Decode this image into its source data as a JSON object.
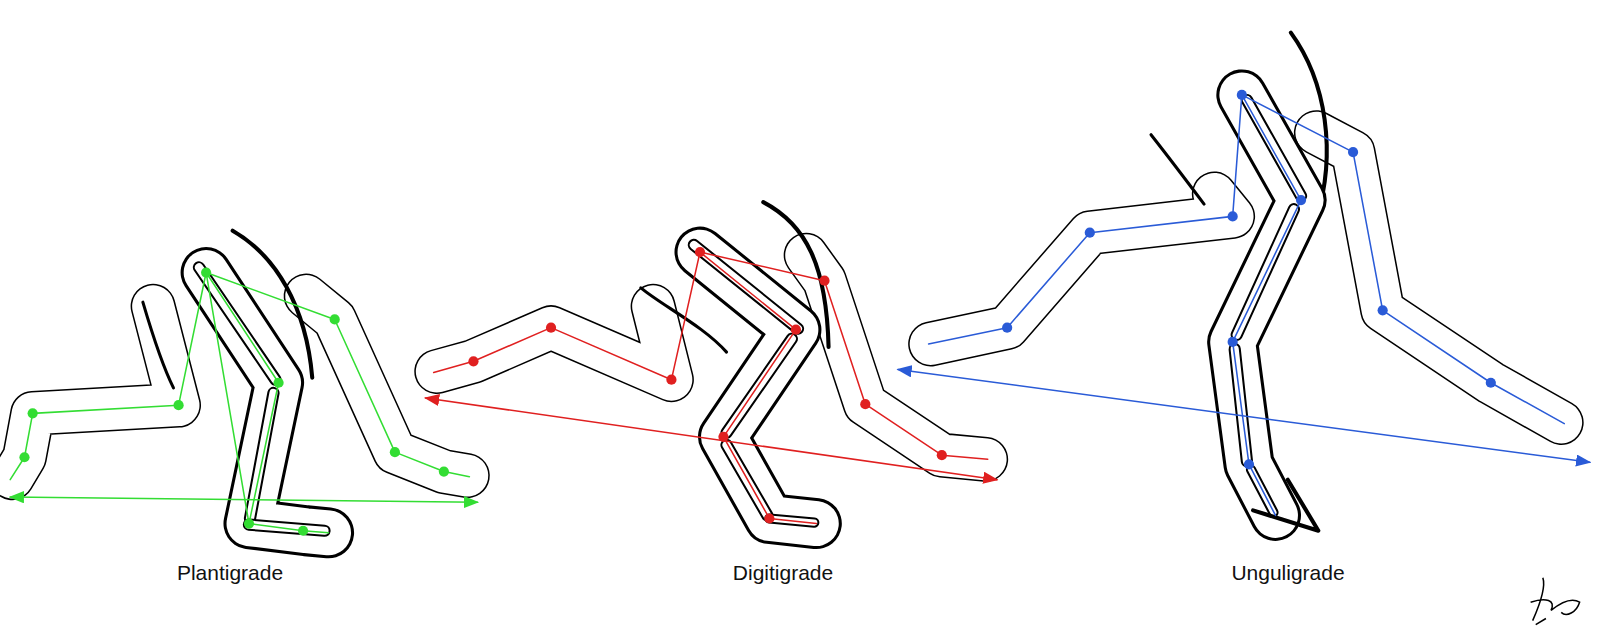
{
  "diagram": {
    "labels": [
      "Plantigrade",
      "Digitigrade",
      "Unguligrade"
    ]
  }
}
